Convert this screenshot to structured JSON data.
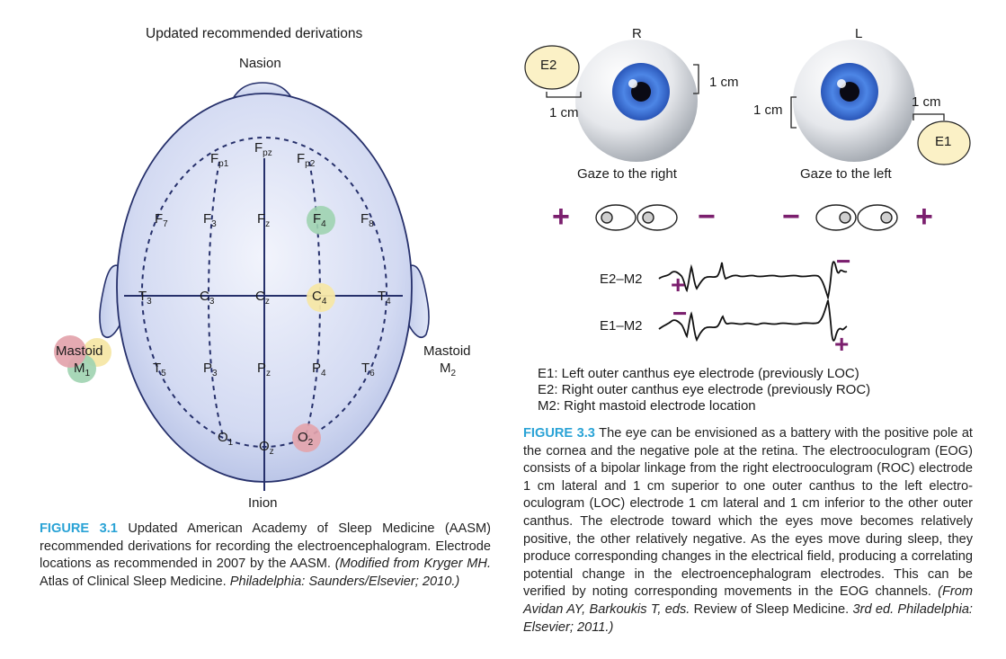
{
  "fig1": {
    "top_title": "Updated recommended derivations",
    "nasion": "Nasion",
    "inion": "Inion",
    "mastoid_left": "Mastoid",
    "m1": "M",
    "m1_sub": "1",
    "mastoid_right": "Mastoid",
    "m2": "M",
    "m2_sub": "2",
    "electrodes": [
      {
        "id": "fpz",
        "base": "F",
        "sub": "pz"
      },
      {
        "id": "fp1",
        "base": "F",
        "sub": "p1"
      },
      {
        "id": "fp2",
        "base": "F",
        "sub": "p2"
      },
      {
        "id": "f7",
        "base": "F",
        "sub": "7"
      },
      {
        "id": "f3",
        "base": "F",
        "sub": "3"
      },
      {
        "id": "fz",
        "base": "F",
        "sub": "z"
      },
      {
        "id": "f4",
        "base": "F",
        "sub": "4"
      },
      {
        "id": "f8",
        "base": "F",
        "sub": "8"
      },
      {
        "id": "t3",
        "base": "T",
        "sub": "3"
      },
      {
        "id": "c3",
        "base": "C",
        "sub": "3"
      },
      {
        "id": "cz",
        "base": "C",
        "sub": "z"
      },
      {
        "id": "c4",
        "base": "C",
        "sub": "4"
      },
      {
        "id": "t4",
        "base": "T",
        "sub": "4"
      },
      {
        "id": "t5",
        "base": "T",
        "sub": "5"
      },
      {
        "id": "p3",
        "base": "P",
        "sub": "3"
      },
      {
        "id": "pz",
        "base": "P",
        "sub": "z"
      },
      {
        "id": "p4",
        "base": "P",
        "sub": "4"
      },
      {
        "id": "t6",
        "base": "T",
        "sub": "6"
      },
      {
        "id": "o1",
        "base": "O",
        "sub": "1"
      },
      {
        "id": "oz",
        "base": "O",
        "sub": "z"
      },
      {
        "id": "o2",
        "base": "O",
        "sub": "2"
      }
    ],
    "colors": {
      "green": "#9fd3b0",
      "yellow": "#f5e7a6",
      "red": "#e3a3ab",
      "head": "#d4dbf2",
      "line": "#26306b"
    },
    "caption": {
      "label": "FIGURE 3.1",
      "text": " Updated American Academy of Sleep Medicine (AASM) recommended derivations for recording the electroencephalogram. Electrode locations as recommended in 2007 by the AASM. ",
      "italic1": "(Modified from Kryger MH. ",
      "normal1": "Atlas of Clinical Sleep Medicine. ",
      "italic2": "Philadelphia: Saunders/Elsevier; 2010.)"
    }
  },
  "fig3": {
    "right_label": "R",
    "left_label": "L",
    "e2": "E2",
    "e1": "E1",
    "one_cm": "1 cm",
    "gaze_right": "Gaze to the right",
    "gaze_left": "Gaze to the left",
    "plus": "+",
    "minus": "−",
    "ch1": "E2–M2",
    "ch2": "E1–M2",
    "legend": [
      "E1: Left outer canthus eye electrode (previously LOC)",
      "E2: Right outer canthus eye electrode (previously ROC)",
      "M2: Right mastoid electrode location"
    ],
    "colors": {
      "iris": "#3a6fd8",
      "sign": "#7b1f6e",
      "electrode": "#fbf1c6"
    },
    "caption": {
      "label": "FIGURE 3.3",
      "text": " The eye can be envisioned as a battery with the positive pole at the cornea and the negative pole at the retina. The electrooculogram (EOG) consists of a bipolar linkage from the right electrooculogram (ROC) electrode 1 cm lateral and 1 cm superior to one outer canthus to the left electro-oculogram (LOC) electrode 1 cm lateral and 1 cm inferior to the other outer canthus. The electrode toward which the eyes move becomes relatively positive, the other relatively negative. As the eyes move during sleep, they produce corresponding changes in the electrical field, producing a correlating potential change in the electroencephalogram electrodes. This can be verified by noting corresponding movements in the EOG channels. ",
      "italic1": "(From Avidan AY, Barkoukis T, eds. ",
      "normal1": "Review of Sleep Medicine. ",
      "italic2": "3rd ed. Philadelphia: Elsevier; 2011.)"
    }
  }
}
